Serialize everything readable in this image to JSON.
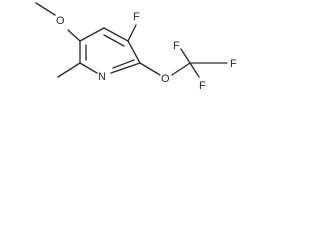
{
  "molecule": {
    "atoms": {
      "ring_nitrogen": "N",
      "fluoro": "F",
      "methoxy_oxygen": "O",
      "ether_oxygen": "O",
      "cf3_f_top": "F",
      "cf3_f_right": "F",
      "cf3_f_bottom": "F"
    }
  }
}
